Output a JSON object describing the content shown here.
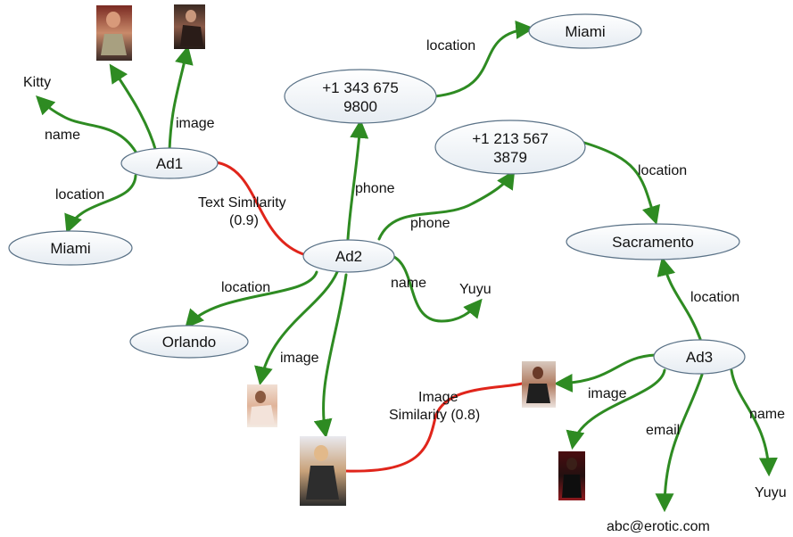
{
  "colors": {
    "edge": "#2e8b22",
    "similarity": "#e0251b",
    "node_fill": "#f3f6fa",
    "node_stroke": "#5a7287"
  },
  "ads": {
    "ad1": "Ad1",
    "ad2": "Ad2",
    "ad3": "Ad3"
  },
  "values": {
    "kitty": "Kitty",
    "miami_ad1": "Miami",
    "miami_phone": "Miami",
    "phone1_line1": "+1 343 675",
    "phone1_line2": "9800",
    "phone2_line1": "+1 213 567",
    "phone2_line2": "3879",
    "sacramento": "Sacramento",
    "orlando": "Orlando",
    "yuyu_ad2": "Yuyu",
    "yuyu_ad3": "Yuyu",
    "email": "abc@erotic.com"
  },
  "edge_labels": {
    "name_ad1": "name",
    "image_ad1": "image",
    "location_ad1": "location",
    "location_phone1": "location",
    "phone_a": "phone",
    "phone_b": "phone",
    "location_phone2": "location",
    "location_ad2": "location",
    "name_ad2": "name",
    "image_ad2": "image",
    "location_ad3": "location",
    "image_ad3": "image",
    "email_ad3": "email",
    "name_ad3": "name"
  },
  "similarity": {
    "text_line1": "Text Similarity",
    "text_line2": "(0.9)",
    "image_line1": "Image",
    "image_line2": "Similarity (0.8)"
  }
}
